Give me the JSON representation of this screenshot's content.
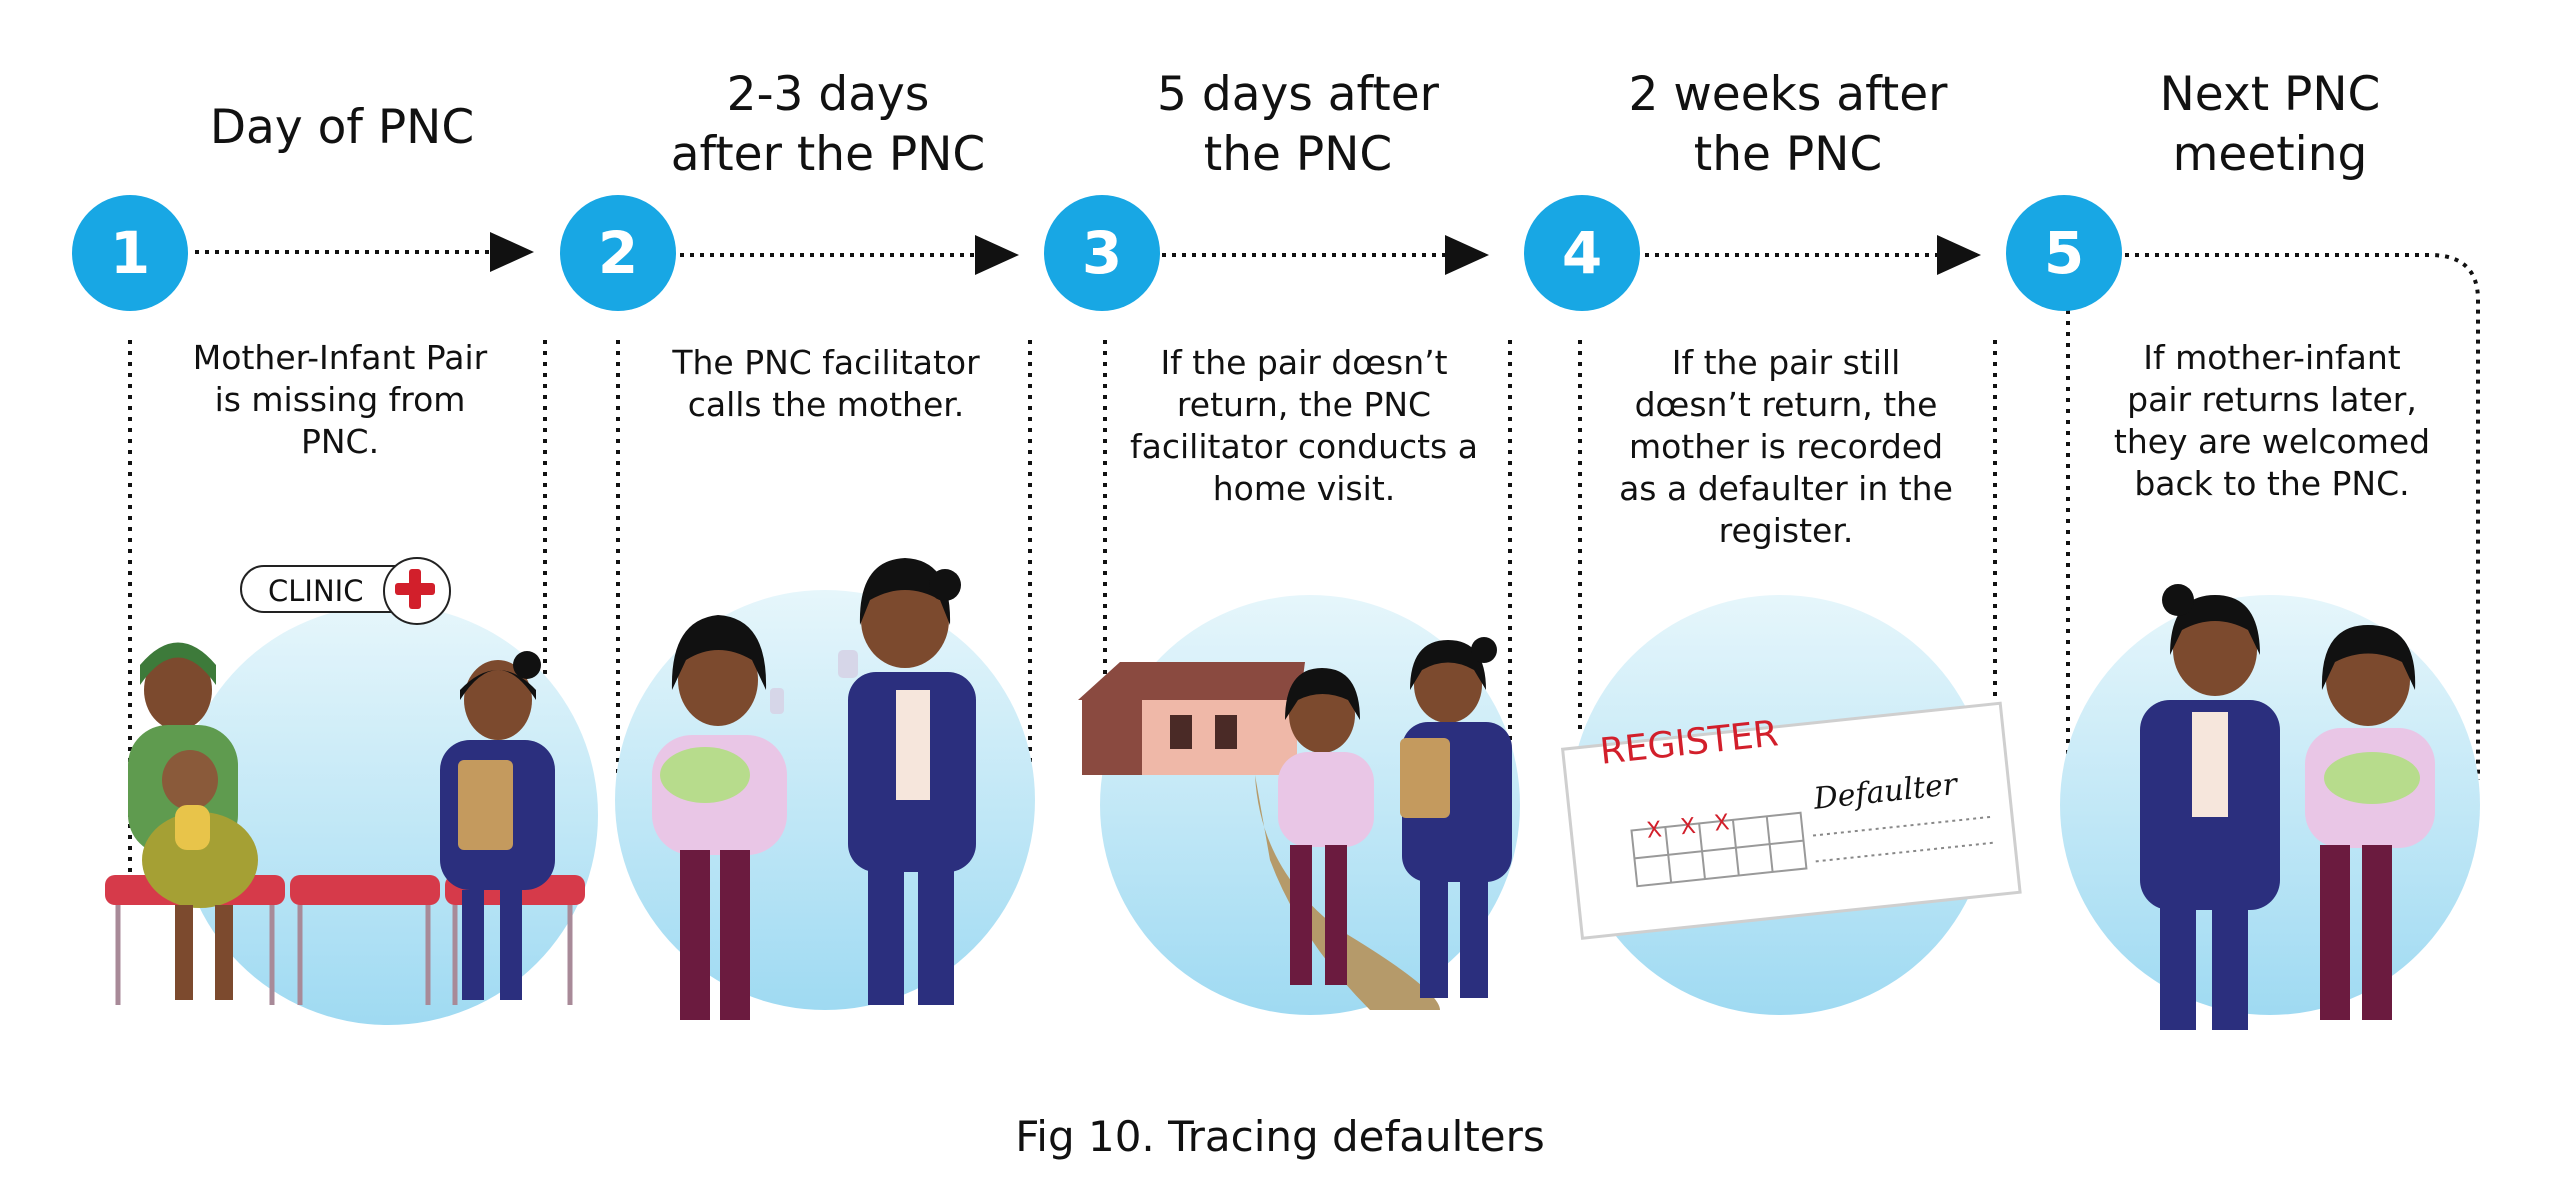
{
  "figure": {
    "caption": "Fig 10. Tracing defaulters"
  },
  "steps": [
    {
      "number": "1",
      "heading": [
        "Day of PNC"
      ],
      "description": [
        "Mother-Infant Pair",
        "is missing from",
        "PNC."
      ]
    },
    {
      "number": "2",
      "heading": [
        "2-3 days",
        "after the PNC"
      ],
      "description": [
        "The PNC facilitator",
        "calls the mother."
      ]
    },
    {
      "number": "3",
      "heading": [
        "5 days after",
        "the PNC"
      ],
      "description": [
        "If the pair dœsn’t",
        "return, the PNC",
        "facilitator conducts a",
        "home visit."
      ]
    },
    {
      "number": "4",
      "heading": [
        "2 weeks after",
        "the PNC"
      ],
      "description": [
        "If the pair still",
        "dœsn’t return, the",
        "mother is recorded",
        "as a defaulter in the",
        "register."
      ]
    },
    {
      "number": "5",
      "heading": [
        "Next PNC",
        "meeting"
      ],
      "description": [
        "If mother-infant",
        "pair returns later,",
        "they are welcomed",
        "back to the PNC."
      ]
    }
  ],
  "illustrations": {
    "clinic_sign": "CLINIC",
    "register_title": "REGISTER",
    "register_marks": [
      "X",
      "X",
      "X"
    ],
    "register_entry": "Defaulter"
  },
  "colors": {
    "step_circle": "#18a7e4",
    "bubble": "#cfeef9",
    "register_red": "#d21f2b",
    "jacket_navy": "#2b2f7e",
    "pants_maroon": "#6b1b3f",
    "top_pink": "#e9c6e6",
    "chair_red": "#d63a4a",
    "house_wall": "#efb8a8",
    "house_roof": "#8a4a40",
    "path_tan": "#b59a6a"
  }
}
